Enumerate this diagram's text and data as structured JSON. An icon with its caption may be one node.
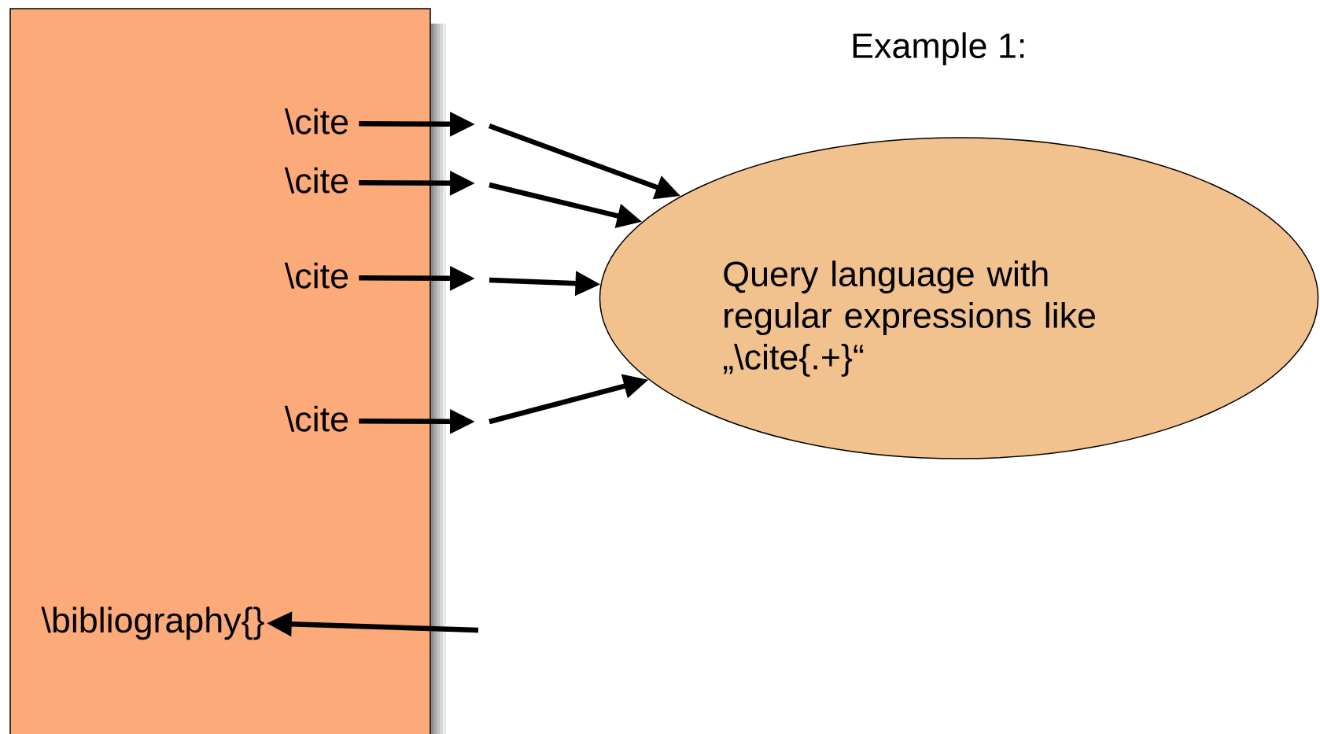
{
  "diagram": {
    "nodes": [
      {
        "text": [],
        "shape": "box"
      },
      {
        "text": [
          "\\cite"
        ],
        "in": 0
      },
      {
        "text": [
          "\\cite"
        ],
        "in": 0
      },
      {
        "text": [
          "\\cite"
        ],
        "in": 0
      },
      {
        "text": [
          "\\cite"
        ],
        "in": 0
      },
      {
        "text": [
          "\\bibliography{}"
        ],
        "in": 0
      },
      {
        "text": [
          "Query language with regular expressions like „\\cite{.+}“"
        ]
      }
    ],
    "edges": [
      {
        "from": 1,
        "to": null,
        "arrow": "to"
      },
      {
        "from": 2,
        "to": null,
        "arrow": "to"
      },
      {
        "from": 3,
        "to": null,
        "arrow": "to"
      },
      {
        "from": 4,
        "to": null,
        "arrow": "to"
      },
      {
        "from": null,
        "to": 6,
        "arrow": "to"
      },
      {
        "from": null,
        "to": 6,
        "arrow": "to"
      },
      {
        "from": null,
        "to": 6,
        "arrow": "to"
      },
      {
        "from": null,
        "to": 6,
        "arrow": "to"
      },
      {
        "from": null,
        "to": 5,
        "arrow": "to"
      }
    ],
    "labels": [
      "Example 1:"
    ]
  }
}
